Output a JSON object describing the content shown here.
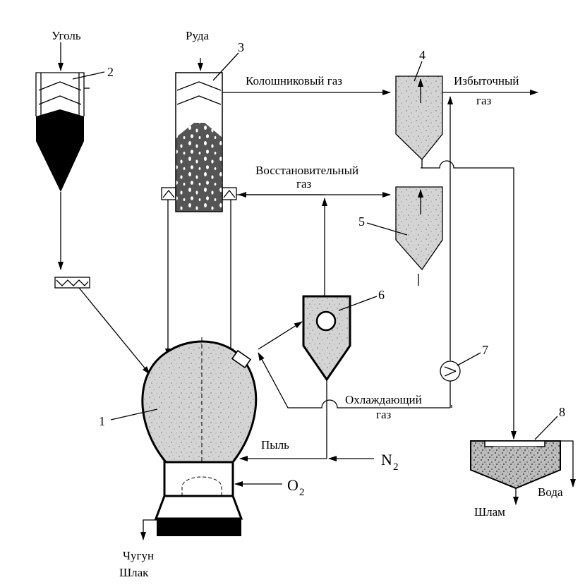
{
  "labels": {
    "coal": "Уголь",
    "ore": "Руда",
    "top_gas": "Колошниковый газ",
    "excess_gas_1": "Избыточный",
    "excess_gas_2": "газ",
    "reducing_gas_1": "Восстановительный",
    "reducing_gas_2": "газ",
    "cooling_gas_1": "Охлаждающий",
    "cooling_gas_2": "газ",
    "dust": "Пыль",
    "nitrogen": "N",
    "nitrogen_sub": "2",
    "oxygen": "O",
    "oxygen_sub": "2",
    "water": "Вода",
    "sludge": "Шлам",
    "iron": "Чугун",
    "slag": "Шлак"
  },
  "numbers": {
    "n1": "1",
    "n2": "2",
    "n3": "3",
    "n4": "4",
    "n5": "5",
    "n6": "6",
    "n7": "7",
    "n8": "8"
  },
  "colors": {
    "line": "#000000",
    "fill_gray": "#cfcfcf",
    "fill_dark": "#000000",
    "fill_ore": "#555555"
  }
}
